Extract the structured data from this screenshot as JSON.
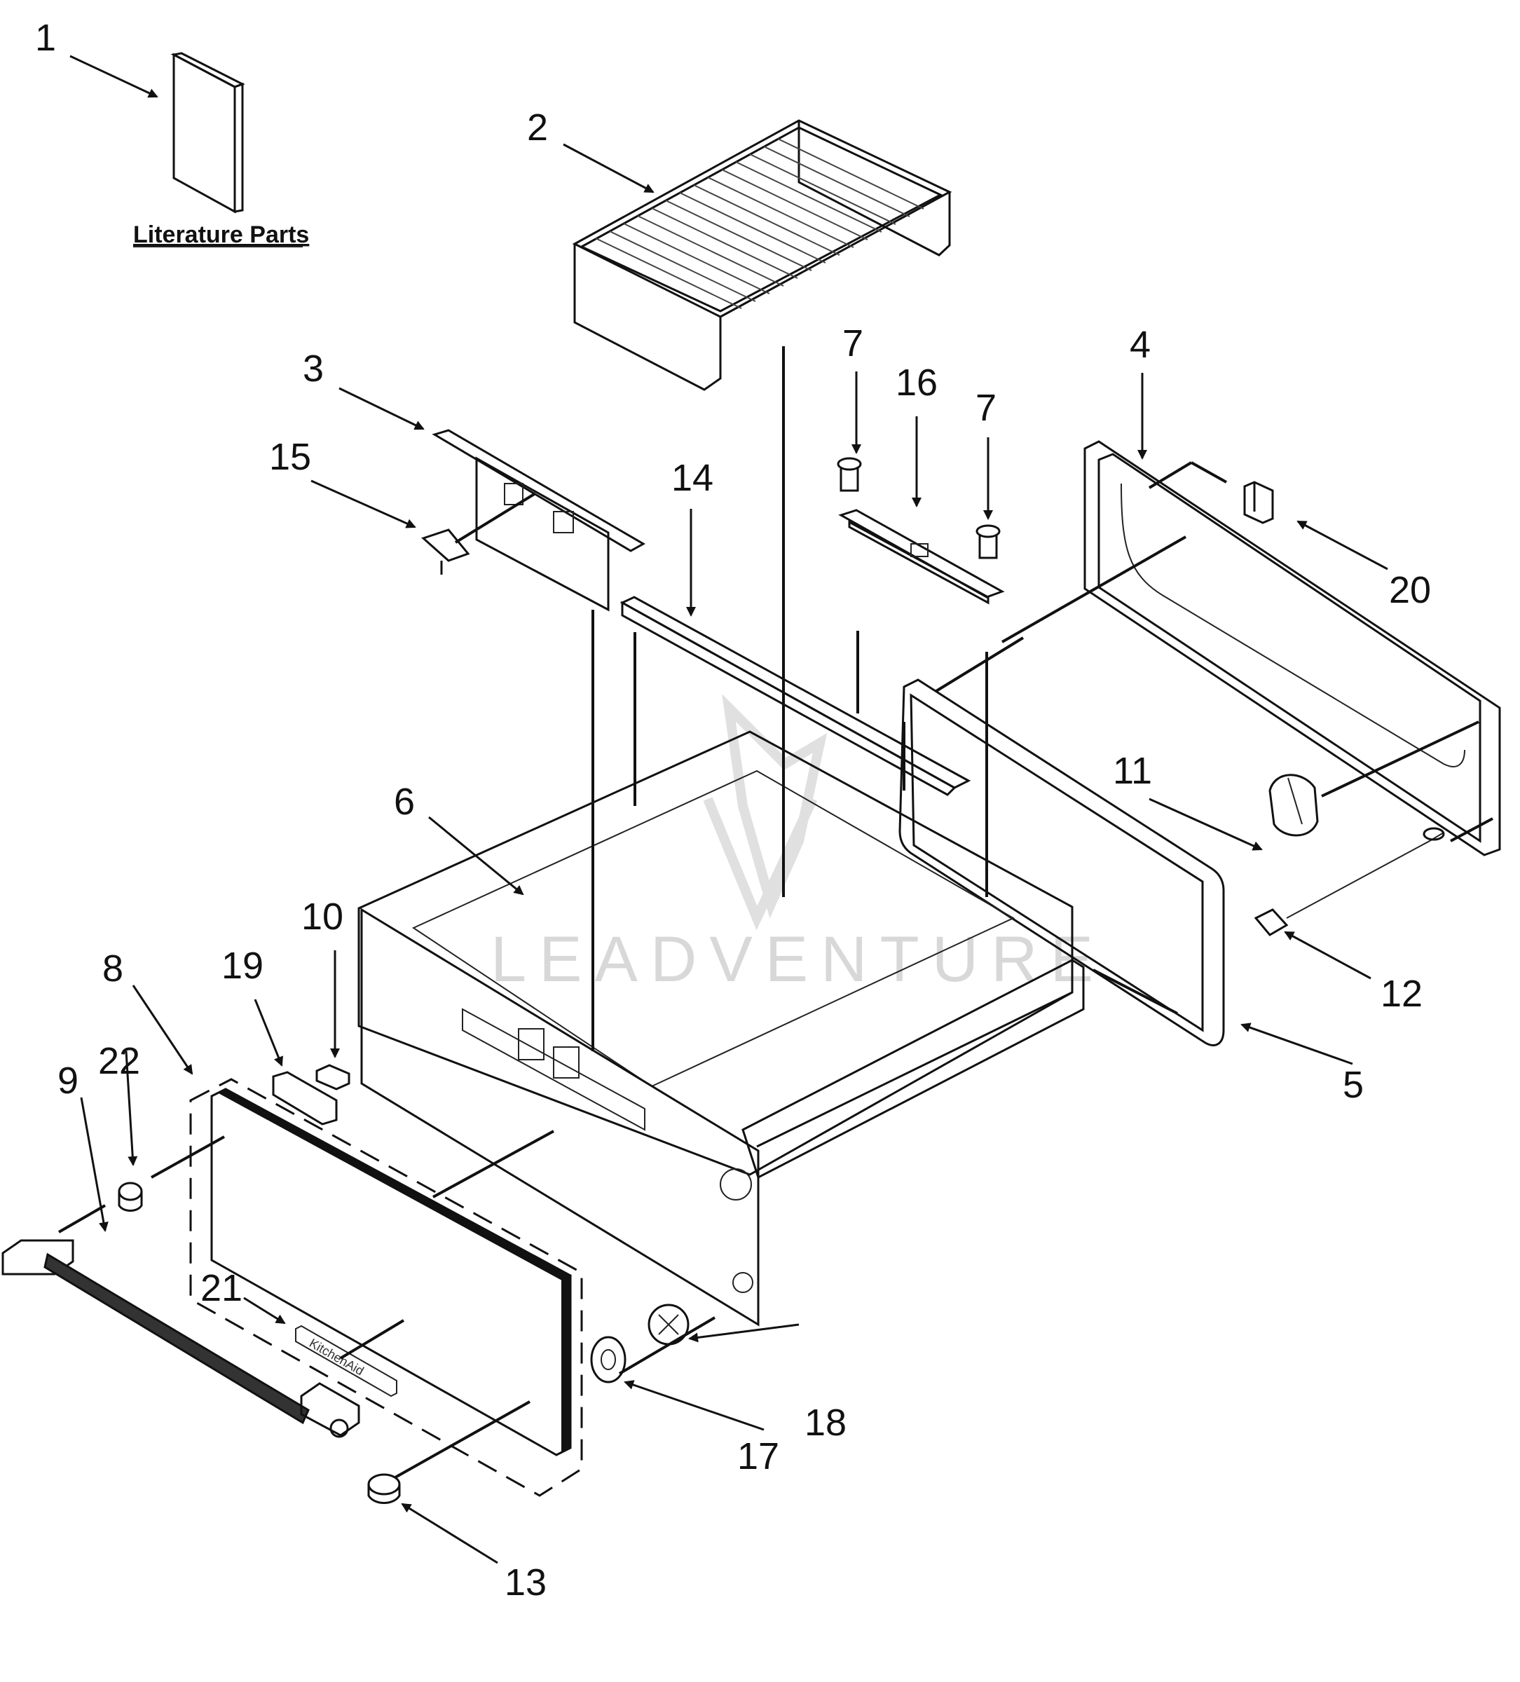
{
  "literature_label": "Literature Parts",
  "watermark": "LEADVENTURE",
  "badge_text": "KitchenAid",
  "callouts": [
    "1",
    "2",
    "3",
    "4",
    "5",
    "6",
    "7",
    "7",
    "8",
    "9",
    "10",
    "11",
    "12",
    "13",
    "14",
    "15",
    "16",
    "17",
    "18",
    "19",
    "20",
    "21",
    "22"
  ]
}
